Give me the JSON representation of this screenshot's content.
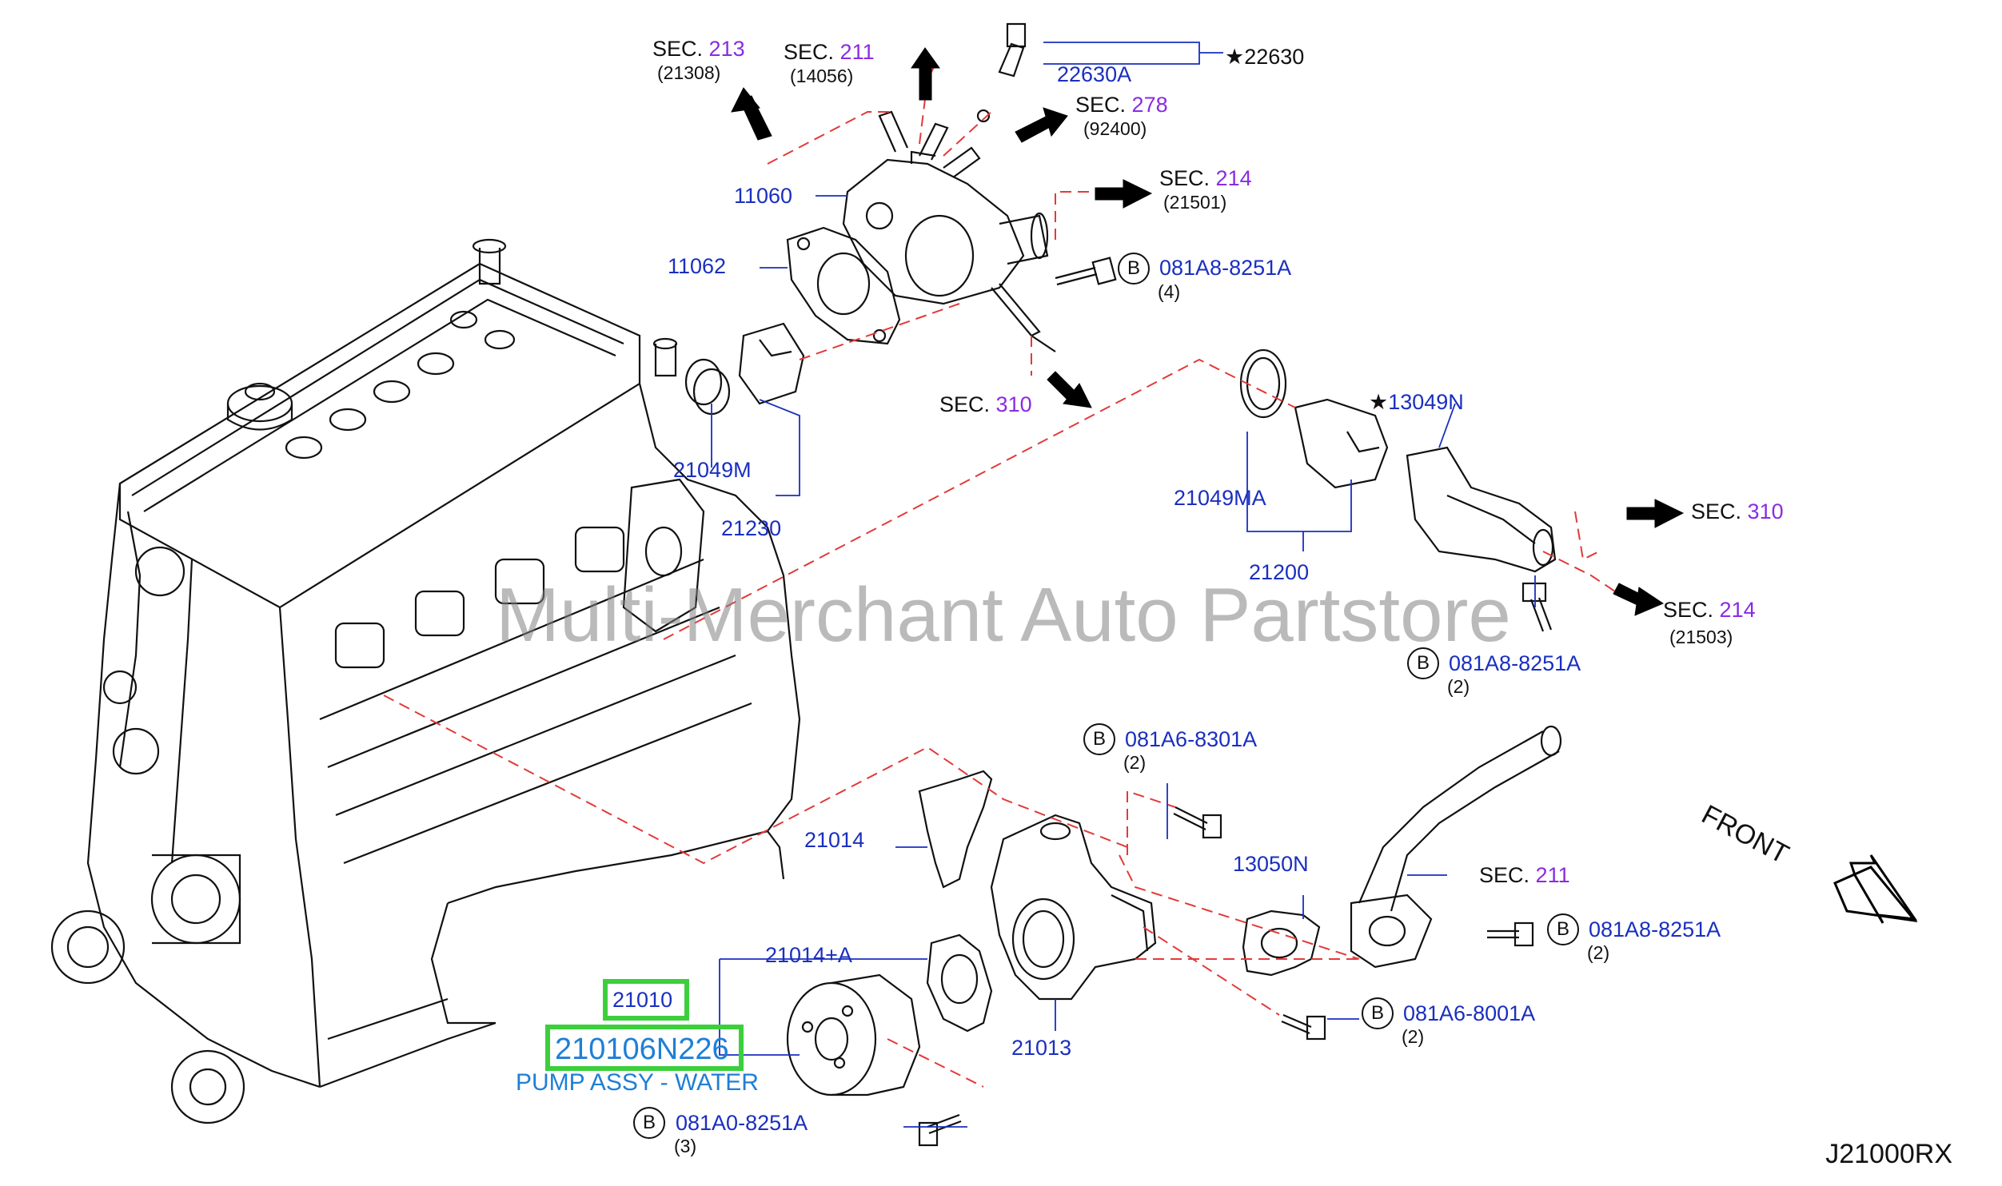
{
  "watermark": "Multi-Merchant Auto Partstore",
  "diagram_id": "J21000RX",
  "front_label": "FRONT",
  "callouts": {
    "sec213": {
      "sec": "SEC.",
      "num": "213",
      "sub": "(21308)"
    },
    "sec211_top": {
      "sec": "SEC.",
      "num": "211",
      "sub": "(14056)"
    },
    "sec278": {
      "sec": "SEC.",
      "num": "278",
      "sub": "(92400)"
    },
    "sec214_top": {
      "sec": "SEC.",
      "num": "214",
      "sub": "(21501)"
    },
    "sec310_mid": {
      "sec": "SEC.",
      "num": "310"
    },
    "sec310_right": {
      "sec": "SEC.",
      "num": "310"
    },
    "sec214_right": {
      "sec": "SEC.",
      "num": "214",
      "sub": "(21503)"
    },
    "sec211_pipe": {
      "sec": "SEC.",
      "num": "211"
    }
  },
  "parts": {
    "p22630": "★22630",
    "p22630A": "22630A",
    "p11060": "11060",
    "p11062": "11062",
    "p21049M": "21049M",
    "p21230": "21230",
    "p13049N": "★13049N",
    "p21049MA": "21049MA",
    "p21200": "21200",
    "p21014": "21014",
    "p13050N": "13050N",
    "p21014A": "21014+A",
    "p21013": "21013",
    "p21010": "21010",
    "p210106N226": "210106N226",
    "pump_desc": "PUMP ASSY - WATER"
  },
  "bolts": {
    "b1": {
      "letter": "B",
      "pn": "081A8-8251A",
      "qty": "(4)"
    },
    "b2": {
      "letter": "B",
      "pn": "081A8-8251A",
      "qty": "(2)"
    },
    "b3": {
      "letter": "B",
      "pn": "081A6-8301A",
      "qty": "(2)"
    },
    "b4": {
      "letter": "B",
      "pn": "081A8-8251A",
      "qty": "(2)"
    },
    "b5": {
      "letter": "B",
      "pn": "081A6-8001A",
      "qty": "(2)"
    },
    "b6": {
      "letter": "B",
      "pn": "081A0-8251A",
      "qty": "(3)"
    }
  }
}
